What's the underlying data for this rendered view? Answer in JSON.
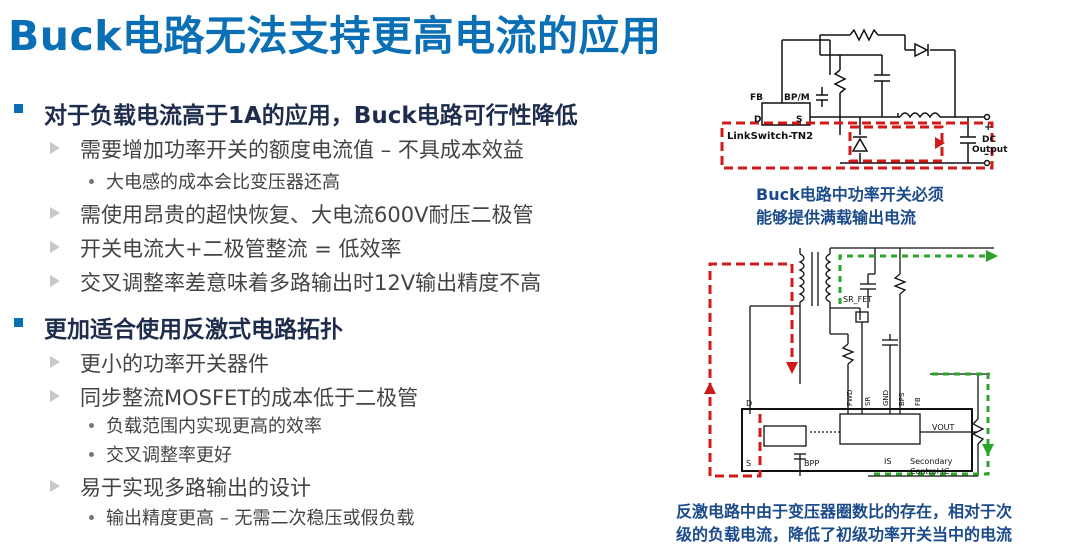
{
  "title": "Buck电路无法支持更高电流的应用",
  "bullets": [
    {
      "level": 1,
      "text": "对于负载电流高于1A的应用，Buck电路可行性降低"
    },
    {
      "level": 2,
      "text": "需要增加功率开关的额度电流值 – 不具成本效益"
    },
    {
      "level": 3,
      "text": "大电感的成本会比变压器还高"
    },
    {
      "level": 2,
      "text": "需使用昂贵的超快恢复、大电流600V耐压二极管"
    },
    {
      "level": 2,
      "text": "开关电流大+二极管整流 = 低效率"
    },
    {
      "level": 2,
      "text": "交叉调整率差意味着多路输出时12V输出精度不高"
    },
    {
      "level": 1,
      "text": "更加适合使用反激式电路拓扑"
    },
    {
      "level": 2,
      "text": "更小的功率开关器件"
    },
    {
      "level": 2,
      "text": "同步整流MOSFET的成本低于二极管"
    },
    {
      "level": 3,
      "text": "负载范围内实现更高的效率"
    },
    {
      "level": 3,
      "text": "交叉调整率更好"
    },
    {
      "level": 2,
      "text": "易于实现多路输出的设计"
    },
    {
      "level": 3,
      "text": "输出精度更高 – 无需二次稳压或假负载"
    }
  ],
  "buck_diagram": {
    "pin_fb": "FB",
    "pin_bpm": "BP/M",
    "pin_d": "D",
    "pin_s": "S",
    "ic_label": "LinkSwitch-TN2",
    "output_plus": "+",
    "output_minus": "–",
    "output_label_1": "DC",
    "output_label_2": "Output"
  },
  "buck_caption": [
    "Buck电路中功率开关必须",
    "能够提供满载输出电流"
  ],
  "flyback_diagram": {
    "sr_fet": "SR_FET",
    "pin_d": "D",
    "pin_s": "S",
    "pin_bpp": "BPP",
    "pin_fwd": "FWD",
    "pin_sr": "SR",
    "pin_gnd": "GND",
    "pin_bps": "BPS",
    "pin_fb": "FB",
    "pin_vout": "VOUT",
    "pin_is": "IS",
    "ic_label_1": "Secondary",
    "ic_label_2": "Control IC"
  },
  "flyback_caption": [
    "反激电路中由于变压器圈数比的存在，相对于次",
    "级的负载电流，降低了初级功率开关当中的电流"
  ],
  "colors": {
    "title": "#0a6fb5",
    "bullet_square": "#0a6fb5",
    "caption": "#1b4b8a",
    "primary_current": "#d11a1a",
    "secondary_current": "#2aa52a"
  }
}
